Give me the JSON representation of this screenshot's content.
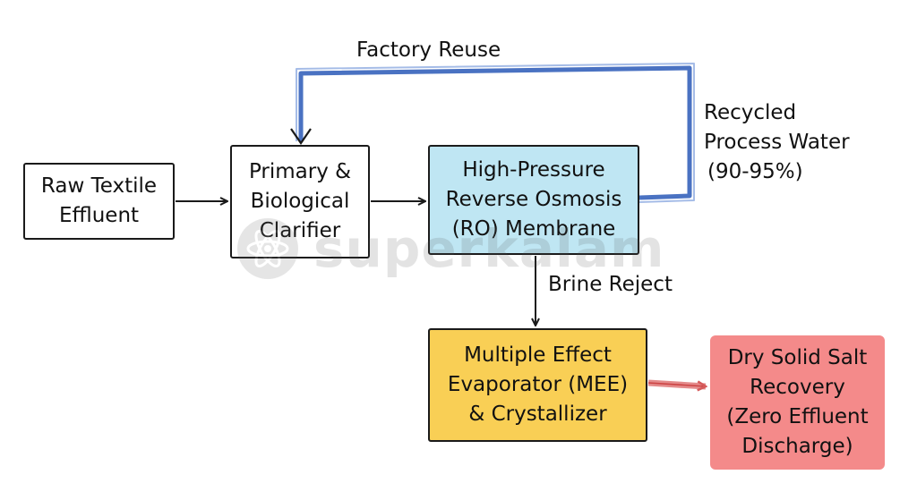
{
  "nodes": {
    "raw": {
      "lines": [
        "Raw Textile",
        "Effluent"
      ]
    },
    "primary": {
      "lines": [
        "Primary &",
        "Biological",
        "Clarifier"
      ]
    },
    "ro": {
      "lines": [
        "High-Pressure",
        "Reverse Osmosis",
        "(RO) Membrane"
      ],
      "fill": "#bfe6f3"
    },
    "mee": {
      "lines": [
        "Multiple Effect",
        "Evaporator (MEE)",
        "& Crystallizer"
      ],
      "fill": "#f9cf55"
    },
    "salt": {
      "lines": [
        "Dry Solid Salt",
        "Recovery",
        "(Zero Effluent",
        "Discharge)"
      ],
      "fill": "#f48a8a"
    }
  },
  "labels": {
    "factory_reuse": "Factory Reuse",
    "recycled": [
      "Recycled",
      "Process Water",
      "(90-95%)"
    ],
    "brine_reject": "Brine Reject"
  },
  "colors": {
    "loop": "#4a72c2",
    "arrow": "#1a1a1a",
    "salt_arrow": "#e06a6a"
  },
  "watermark": {
    "text": "superkalam",
    "icon": "atom-icon"
  }
}
